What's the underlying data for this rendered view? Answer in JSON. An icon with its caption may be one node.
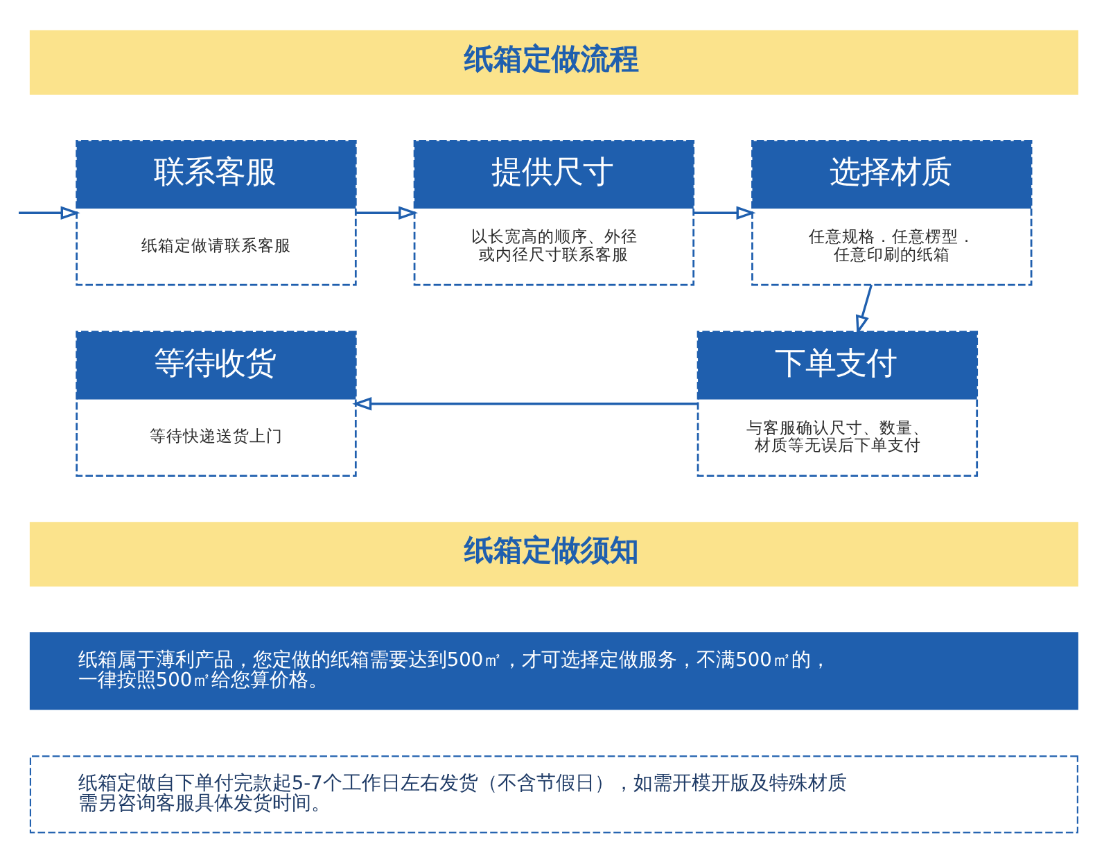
{
  "diagram": {
    "nodes": [
      {
        "text": [
          "纸箱定做流程"
        ]
      },
      {
        "text": [
          "联系客服",
          "纸箱定做请联系客服"
        ]
      },
      {
        "text": [
          "提供尺寸",
          "以长宽高的顺序、外径或内径尺寸联系客服"
        ]
      },
      {
        "text": [
          "选择材质",
          "任意规格．任意楞型．任意印刷的纸箱"
        ]
      },
      {
        "text": [
          "等待收货",
          "等待快递送货上门"
        ]
      },
      {
        "text": [
          "下单支付",
          "与客服确认尺寸、数量、材质等无误后下单支付"
        ]
      },
      {
        "text": [
          "纸箱定做须知"
        ]
      },
      {
        "text": [
          "纸箱属于薄利产品，您定做的纸箱需要达到500㎡，才可选择定做服务，不满500㎡的，一律按照500㎡给您算价格。"
        ]
      },
      {
        "text": [
          "纸箱定做自下单付完款起5-7个工作日左右发货（不含节假日），如需开模开版及特殊材质需另咨询客服具体发货时间。"
        ]
      }
    ],
    "edges": [
      {
        "from": null,
        "to": 1,
        "arrow": "to"
      },
      {
        "from": 1,
        "to": 2,
        "arrow": "to"
      },
      {
        "from": 2,
        "to": 3,
        "arrow": "to"
      },
      {
        "from": 3,
        "to": 5,
        "arrow": "to"
      },
      {
        "from": 5,
        "to": 4,
        "arrow": "to"
      }
    ]
  }
}
